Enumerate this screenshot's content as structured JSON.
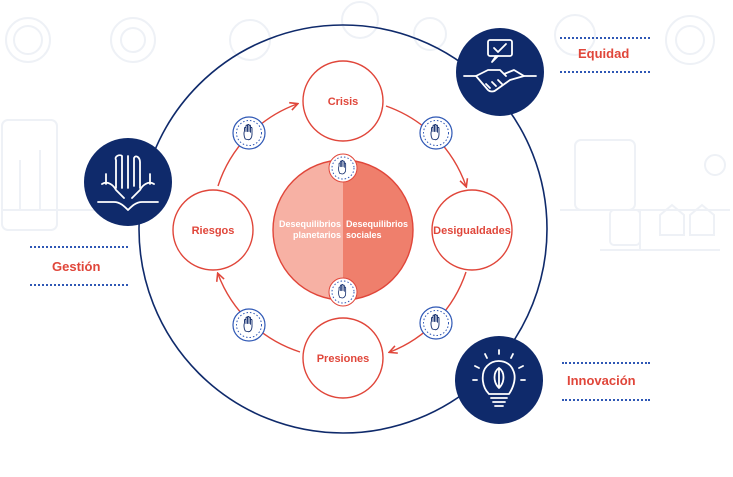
{
  "colors": {
    "navy": "#0f2a6b",
    "red": "#e0463a",
    "coral_light": "#f7b1a4",
    "coral_dark": "#ef7f6c",
    "dotted_blue": "#2f58b5",
    "faint_bg": "#eef1f6"
  },
  "cycle": {
    "nodes": {
      "crisis": "Crisis",
      "desigualdades": "Desigualdades",
      "presiones": "Presiones",
      "riesgos": "Riesgos"
    },
    "center": {
      "left_line1": "Desequilibrios",
      "left_line2": "planetarios",
      "right_line1": "Desequilibrios",
      "right_line2": "sociales"
    },
    "stop_icon": "raised-hand-icon"
  },
  "pillars": {
    "equidad": {
      "label": "Equidad",
      "icon": "handshake-chat-icon"
    },
    "gestion": {
      "label": "Gestión",
      "icon": "stacked-hands-icon"
    },
    "innovacion": {
      "label": "Innovación",
      "icon": "lightbulb-leaf-icon"
    }
  }
}
